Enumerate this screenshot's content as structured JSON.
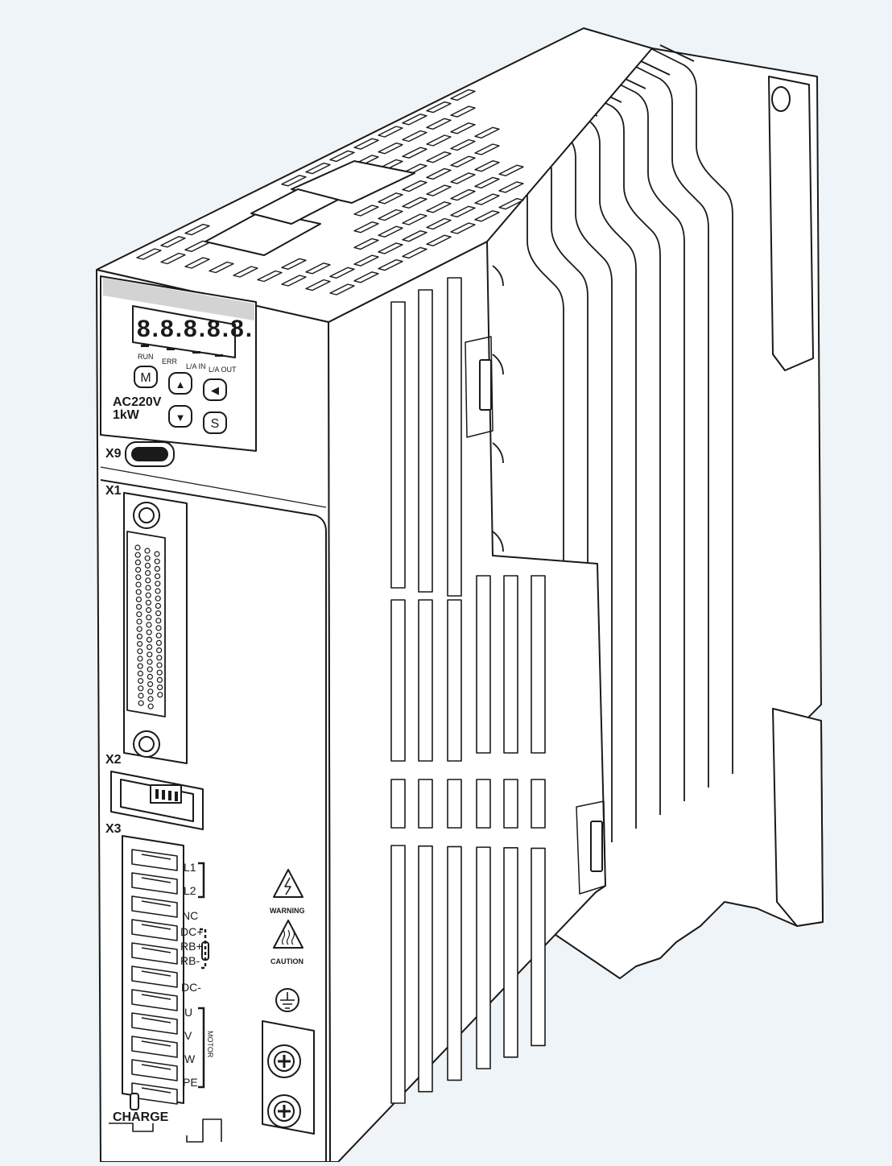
{
  "display": {
    "digits": "8.8.8.8.8."
  },
  "leds": [
    {
      "key": "run",
      "label": "RUN"
    },
    {
      "key": "err",
      "label": "ERR"
    },
    {
      "key": "la_in",
      "label": "L/A IN"
    },
    {
      "key": "la_out",
      "label": "L/A OUT"
    }
  ],
  "keys": [
    {
      "key": "mode",
      "glyph": "M"
    },
    {
      "key": "up",
      "glyph": "▲"
    },
    {
      "key": "left",
      "glyph": "◀"
    },
    {
      "key": "down",
      "glyph": "▼"
    },
    {
      "key": "set",
      "glyph": "S"
    }
  ],
  "rating": {
    "voltage": "AC220V",
    "power": "1kW"
  },
  "ports": {
    "x9": "X9",
    "x1": "X1",
    "x2": "X2",
    "x3": "X3"
  },
  "terminals": [
    "L1",
    "L2",
    "NC",
    "DC+",
    "RB+",
    "RB-",
    "DC-",
    "U",
    "V",
    "W",
    "PE"
  ],
  "motor_label": "MOTOR",
  "charge_label": "CHARGE",
  "warning_label": "WARNING",
  "caution_label": "CAUTION",
  "colors": {
    "background": "#eef4f7",
    "line": "#1a1a1a",
    "body": "#ffffff",
    "label_strip": "#d3d3d3"
  }
}
